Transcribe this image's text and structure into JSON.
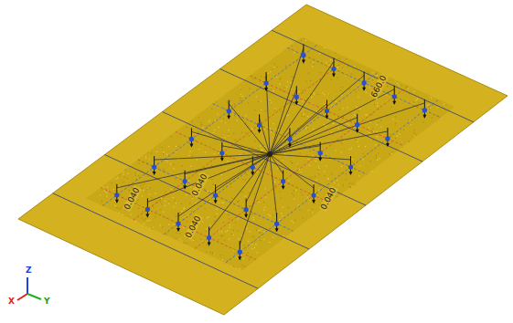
{
  "diagram": {
    "labels": [
      "0.040",
      "0.040",
      "0.040",
      "0.040",
      "660.0",
      "Z",
      "X",
      "Y"
    ]
  }
}
